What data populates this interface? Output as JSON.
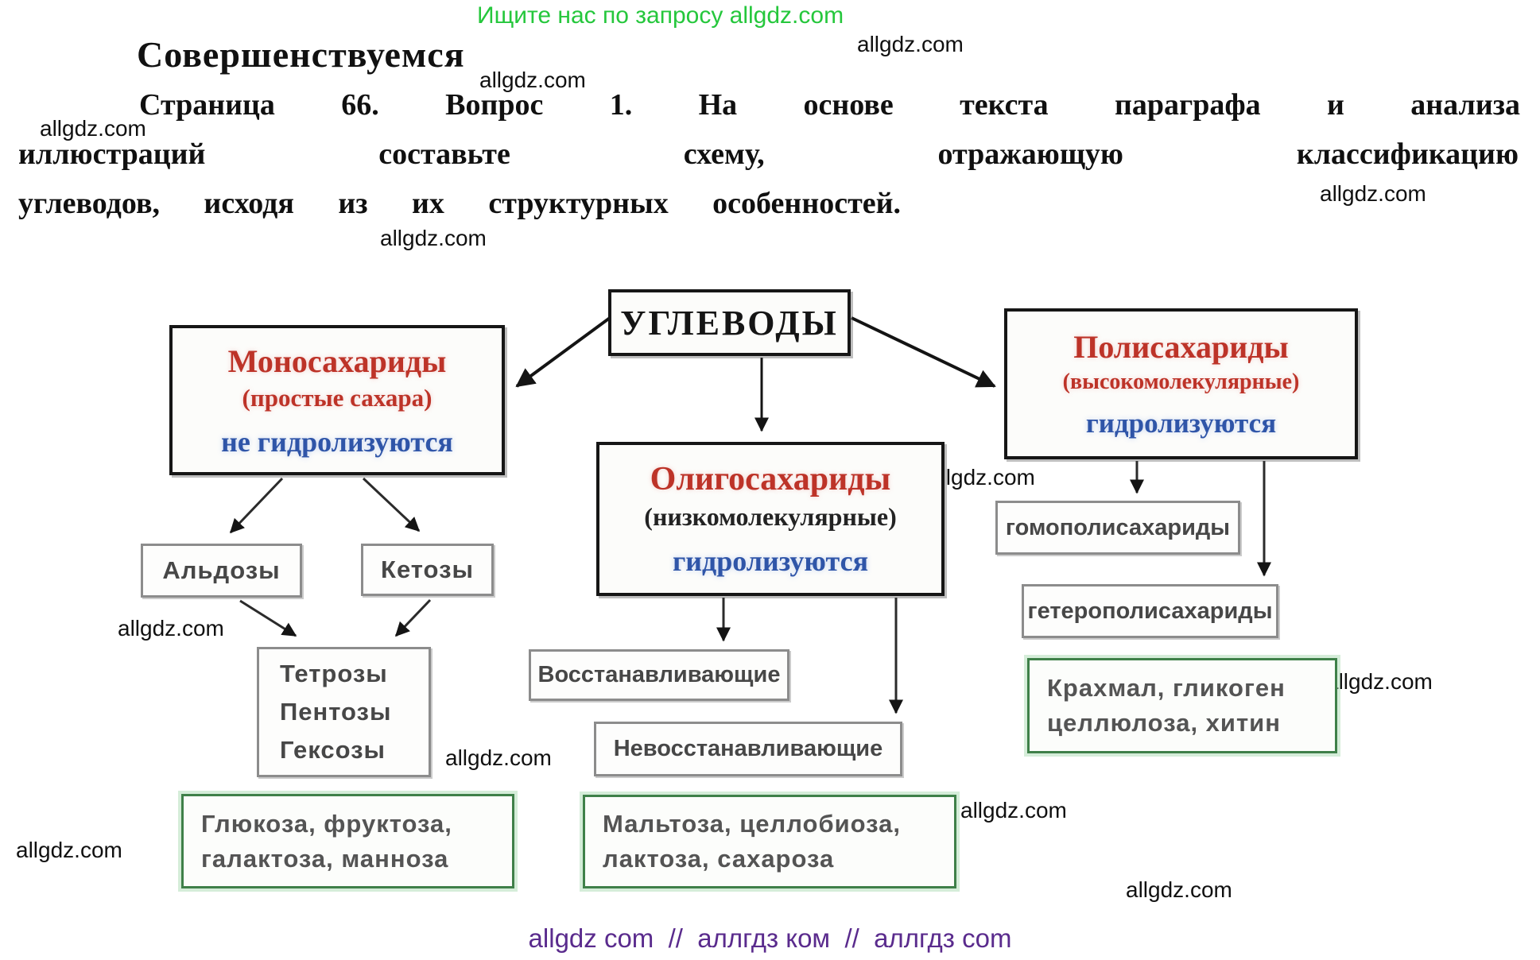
{
  "page": {
    "promo_text": "Ищите нас по запросу allgdz.com",
    "heading": "Совершенствуемся",
    "paragraph_line1": "Страница 66. Вопрос 1. На основе текста параграфа и анализа",
    "paragraph_line2": "иллюстраций составьте схему, отражающую классификацию",
    "paragraph_line3": "углеводов, исходя из их структурных особенностей.",
    "watermark": "allgdz.com",
    "footer_purple": "allgdz com  //  аллгдз ком  //  аллгдз com"
  },
  "diagram": {
    "root": {
      "title": "УГЛЕВОДЫ"
    },
    "mono": {
      "title": "Моносахариды",
      "subtitle": "(простые сахара)",
      "note": "не гидролизуются"
    },
    "oligo": {
      "title": "Олигосахариды",
      "subtitle": "(низкомолекулярные)",
      "note": "гидролизуются"
    },
    "poly": {
      "title": "Полисахариды",
      "subtitle": "(высокомолекулярные)",
      "note": "гидролизуются"
    },
    "aldoses": "Альдозы",
    "ketoses": "Кетозы",
    "tetroses": [
      "Тетрозы",
      "Пентозы",
      "Гексозы"
    ],
    "mono_examples": [
      "Глюкоза, фруктоза,",
      "галактоза, манноза"
    ],
    "reducing": "Восстанавливающие",
    "nonreducing": "Невосстанавливающие",
    "oligo_examples": [
      "Мальтоза, целлобиоза,",
      "лактоза, сахароза"
    ],
    "homo": "гомополисахариды",
    "hetero": "гетерополисахариды",
    "poly_examples": [
      "Крахмал, гликоген",
      "целлюлоза, хитин"
    ]
  },
  "colors": {
    "promo_green": "#25c73c",
    "footer_purple": "#5a2b8d",
    "title_red": "#bd3328",
    "note_blue": "#2f55a8",
    "green_box_border": "#3f8049",
    "gray_box_border": "#8c8c8c",
    "strong_box_border": "#161616"
  }
}
